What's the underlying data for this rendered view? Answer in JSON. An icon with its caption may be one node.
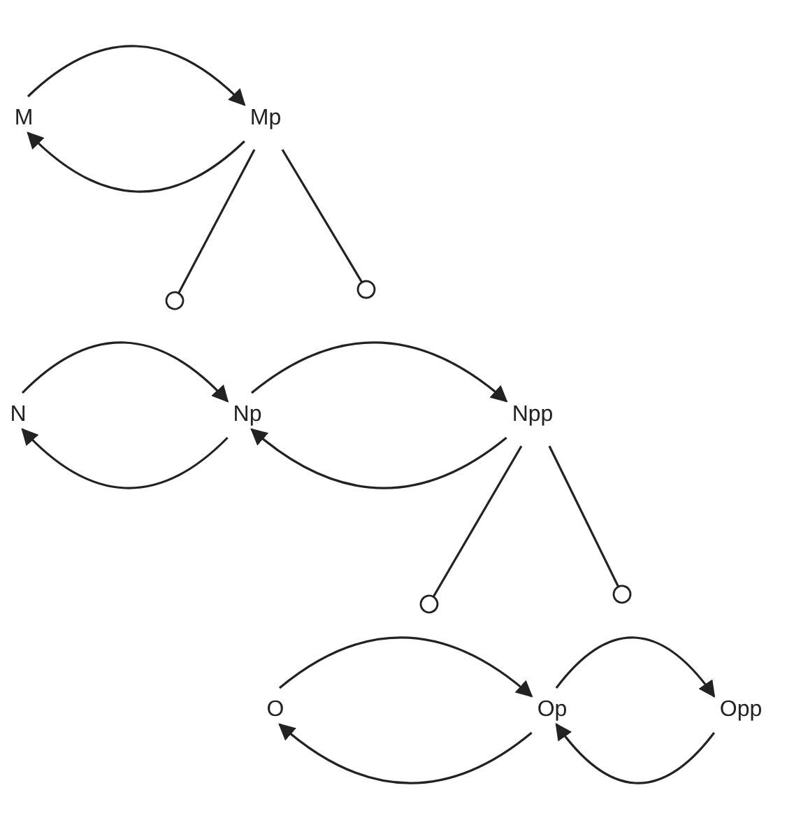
{
  "diagram": {
    "nodes": [
      {
        "text": [
          "M"
        ]
      },
      {
        "text": [
          "Mp"
        ]
      },
      {
        "text": [
          "N"
        ]
      },
      {
        "text": [
          "Np"
        ]
      },
      {
        "text": [
          "Npp"
        ]
      },
      {
        "text": [
          "O"
        ]
      },
      {
        "text": [
          "Op"
        ]
      },
      {
        "text": [
          "Opp"
        ]
      }
    ],
    "edges": [
      {
        "from": 0,
        "to": 1,
        "arrow": "to"
      },
      {
        "from": 1,
        "to": 0,
        "arrow": "to"
      },
      {
        "from": 2,
        "to": 3,
        "arrow": "to"
      },
      {
        "from": 3,
        "to": 2,
        "arrow": "to"
      },
      {
        "from": 3,
        "to": 4,
        "arrow": "to"
      },
      {
        "from": 4,
        "to": 3,
        "arrow": "to"
      },
      {
        "from": 5,
        "to": 6,
        "arrow": "to"
      },
      {
        "from": 6,
        "to": 5,
        "arrow": "to"
      },
      {
        "from": 6,
        "to": 7,
        "arrow": "to"
      },
      {
        "from": 7,
        "to": 6,
        "arrow": "to"
      },
      {
        "from": 1,
        "to": null,
        "arrow": "other"
      },
      {
        "from": 1,
        "to": null,
        "arrow": "other"
      },
      {
        "from": 4,
        "to": null,
        "arrow": "other"
      },
      {
        "from": 4,
        "to": null,
        "arrow": "other"
      }
    ]
  }
}
